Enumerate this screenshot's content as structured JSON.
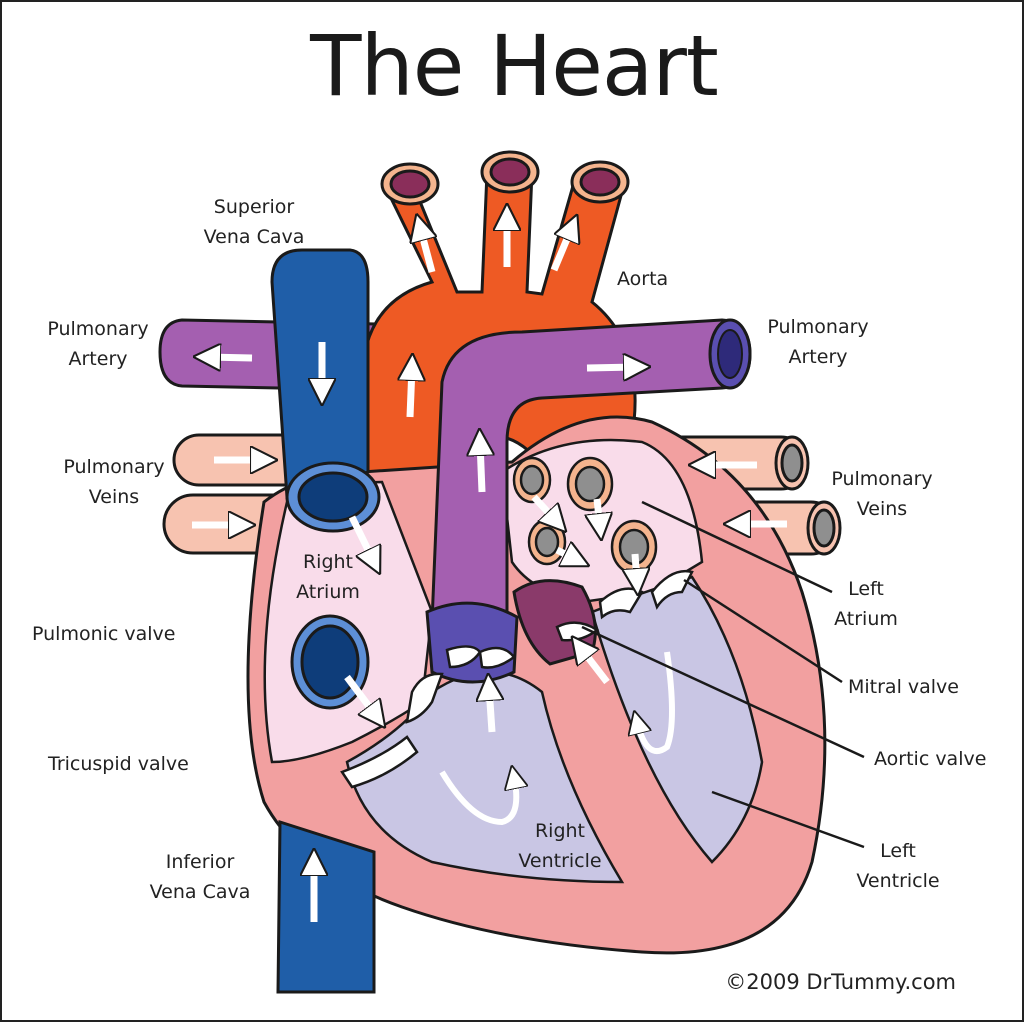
{
  "title": "The Heart",
  "copyright": "©2009 DrTummy.com",
  "labels": {
    "superior_vena_cava": [
      "Superior",
      "Vena Cava"
    ],
    "aorta": [
      "Aorta"
    ],
    "pulmonary_artery_left": [
      "Pulmonary",
      "Artery"
    ],
    "pulmonary_artery_right": [
      "Pulmonary",
      "Artery"
    ],
    "pulmonary_veins_left": [
      "Pulmonary",
      "Veins"
    ],
    "pulmonary_veins_right": [
      "Pulmonary",
      "Veins"
    ],
    "right_atrium": [
      "Right",
      "Atrium"
    ],
    "left_atrium": [
      "Left",
      "Atrium"
    ],
    "pulmonic_valve": [
      "Pulmonic valve"
    ],
    "mitral_valve": [
      "Mitral valve"
    ],
    "aortic_valve": [
      "Aortic valve"
    ],
    "tricuspid_valve": [
      "Tricuspid valve"
    ],
    "right_ventricle": [
      "Right",
      "Ventricle"
    ],
    "left_ventricle": [
      "Left",
      "Ventricle"
    ],
    "inferior_vena_cava": [
      "Inferior",
      "Vena Cava"
    ]
  },
  "colors": {
    "vena_cava": "#1f5ea8",
    "aorta": "#ee5a24",
    "pulmonary_artery": "#a45fb0",
    "pulmonary_veins": "#f7c3b0",
    "heart_wall": "#f2a0a0",
    "atrium_fill": "#f9dcea",
    "ventricle_fill": "#c9c6e4",
    "outline": "#1a1a1a"
  }
}
